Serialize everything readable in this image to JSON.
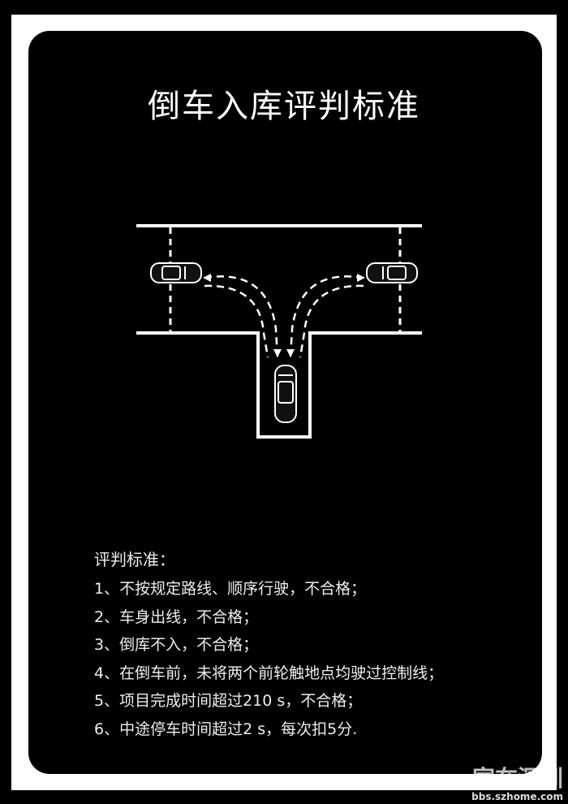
{
  "title": "倒车入库评判标准",
  "rules": {
    "heading": "评判标准：",
    "items": [
      "1、不按规定路线、顺序行驶，不合格；",
      "2、车身出线，不合格；",
      "3、倒库不入，不合格；",
      "4、在倒车前，未将两个前轮触地点均驶过控制线；",
      "5、项目完成时间超过210 s，不合格；",
      "6、中途停车时间超过2 s，每次扣5分."
    ]
  },
  "watermark": {
    "logo": "家在深圳",
    "url": "bbs.szhome.com"
  }
}
